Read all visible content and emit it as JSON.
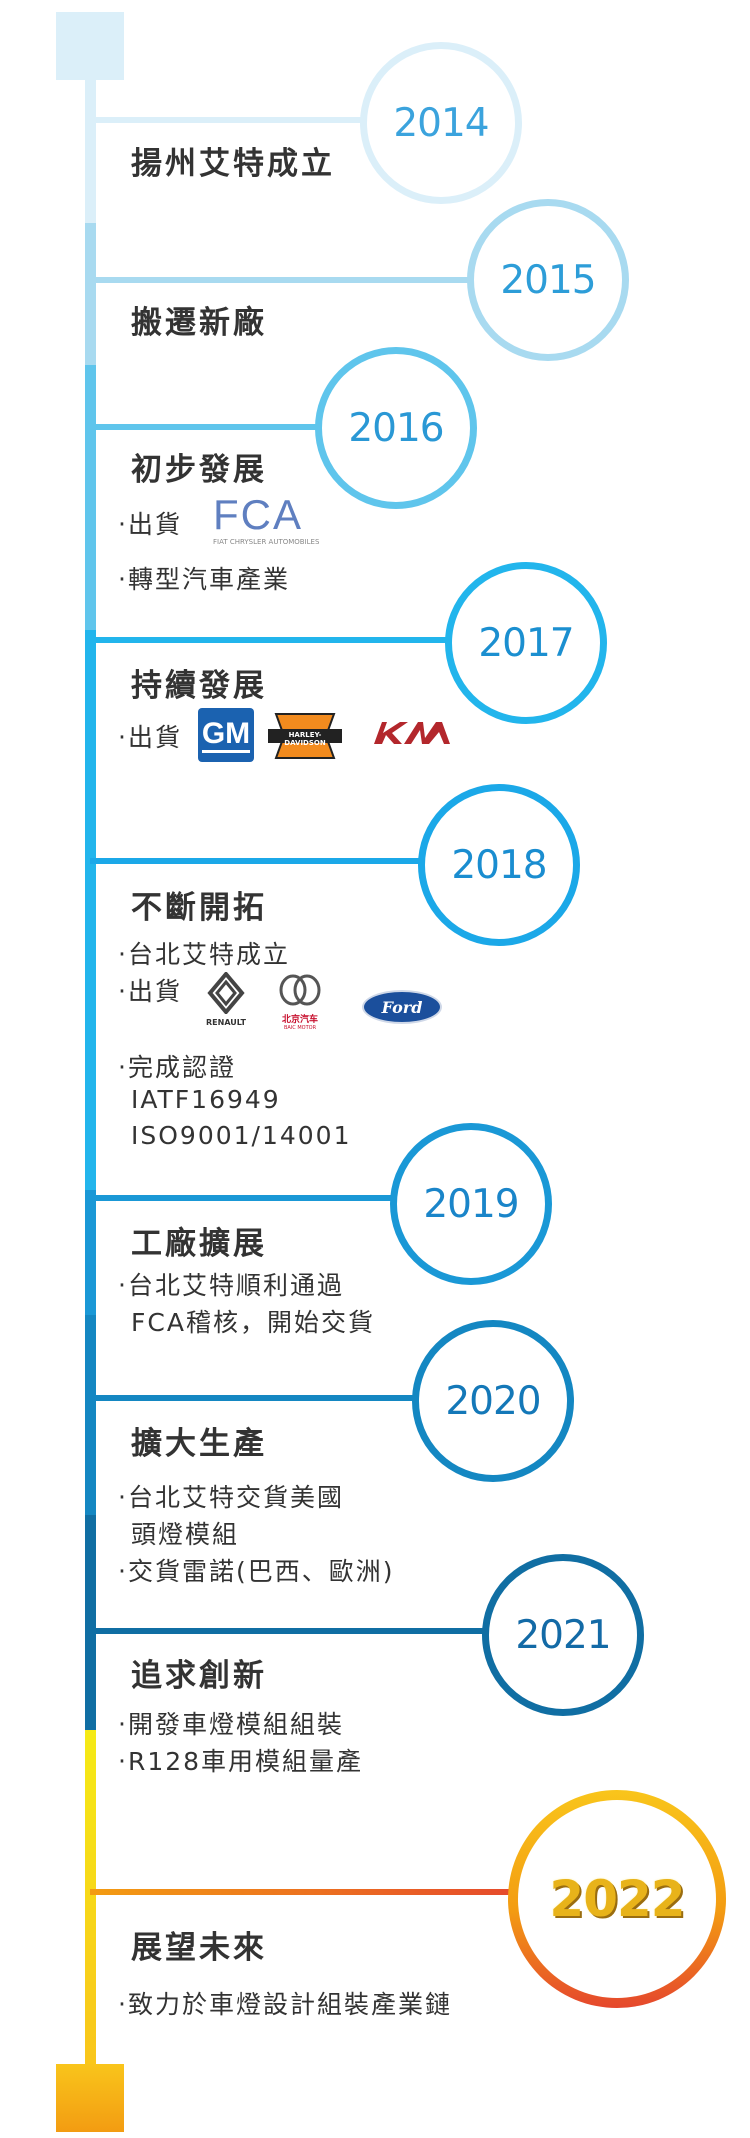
{
  "colors": {
    "y2014": "#dbeff9",
    "y2015": "#a8daf0",
    "y2016": "#5fc5ec",
    "y2017": "#22b5ec",
    "y2018": "#1ba8e8",
    "y2019": "#1a98d6",
    "y2020": "#1487c2",
    "y2021": "#106ea3",
    "y2022a": "#f9c51b",
    "y2022b": "#e5472d",
    "text": "#333333"
  },
  "timeline": {
    "y2014": {
      "year": "2014",
      "title": "揚州艾特成立"
    },
    "y2015": {
      "year": "2015",
      "title": "搬遷新廠"
    },
    "y2016": {
      "year": "2016",
      "title": "初步發展",
      "b1": "‧出貨",
      "b2": "‧轉型汽車產業",
      "logo_fca": "FCA",
      "logo_fca_sub": "FIAT CHRYSLER AUTOMOBILES"
    },
    "y2017": {
      "year": "2017",
      "title": "持續發展",
      "b1": "‧出貨",
      "logo_gm": "GM",
      "logo_hd": "HARLEY-DAVIDSON",
      "logo_kia": "KIA"
    },
    "y2018": {
      "year": "2018",
      "title": "不斷開拓",
      "b1": "‧台北艾特成立",
      "b2": "‧出貨",
      "b3": "‧完成認證",
      "l1": "IATF16949",
      "l2": "ISO9001/14001",
      "logo_renault": "RENAULT",
      "logo_baic": "北京汽车",
      "logo_baic_sub": "BAIC MOTOR",
      "logo_ford": "Ford"
    },
    "y2019": {
      "year": "2019",
      "title": "工廠擴展",
      "b1": "‧台北艾特順利通過",
      "l1": "FCA稽核，開始交貨"
    },
    "y2020": {
      "year": "2020",
      "title": "擴大生產",
      "b1": "‧台北艾特交貨美國",
      "l1": "頭燈模組",
      "b2": "‧交貨雷諾(巴西、歐洲)"
    },
    "y2021": {
      "year": "2021",
      "title": "追求創新",
      "b1": "‧開發車燈模組組裝",
      "b2": "‧R128車用模組量產"
    },
    "y2022": {
      "year": "2022",
      "title": "展望未來",
      "b1": "‧致力於車燈設計組裝產業鏈"
    }
  }
}
